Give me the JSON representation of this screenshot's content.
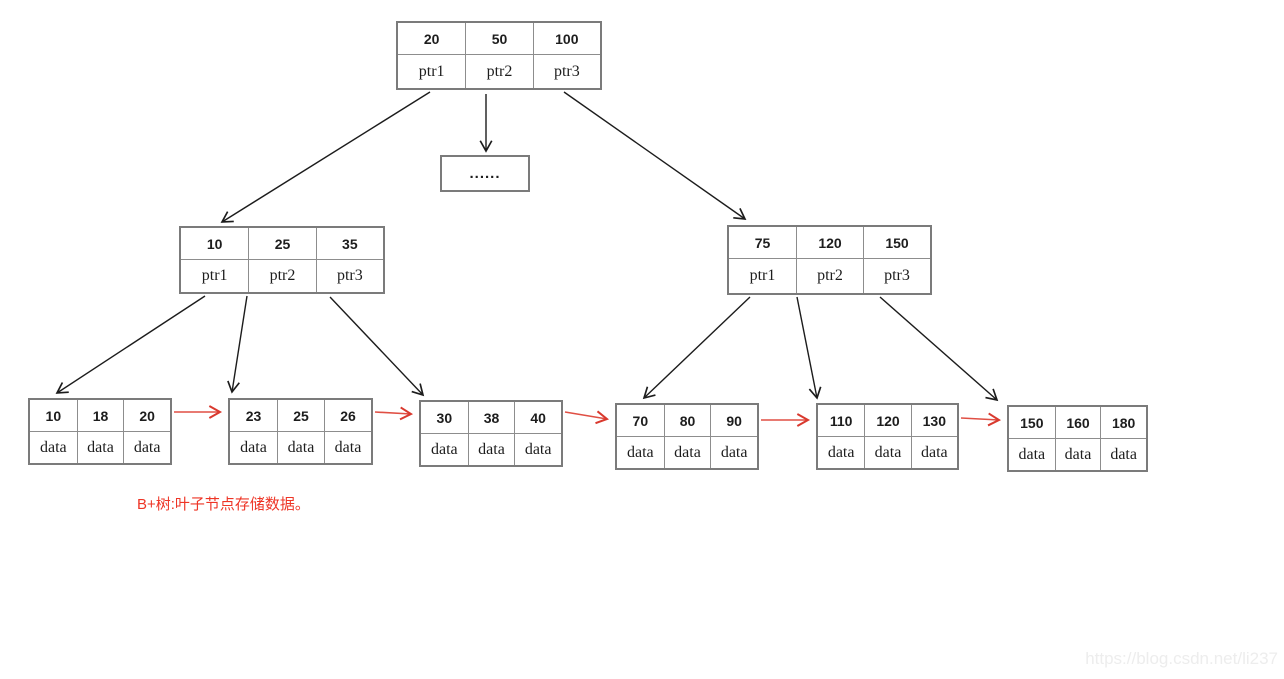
{
  "annotation": {
    "text": "B+树:叶子节点存储数据。",
    "color": "#ee3526"
  },
  "watermark": {
    "text": "https://blog.csdn.net/li237"
  },
  "colors": {
    "edge": "#1c1c1c",
    "leaf_link": "#e04f44",
    "node_border": "#7b7b7b"
  },
  "tree": {
    "root": {
      "keys": [
        "20",
        "50",
        "100"
      ],
      "pointers": [
        "ptr1",
        "ptr2",
        "ptr3"
      ]
    },
    "ellipsis": {
      "label": "......"
    },
    "internals": [
      {
        "keys": [
          "10",
          "25",
          "35"
        ],
        "pointers": [
          "ptr1",
          "ptr2",
          "ptr3"
        ]
      },
      {
        "keys": [
          "75",
          "120",
          "150"
        ],
        "pointers": [
          "ptr1",
          "ptr2",
          "ptr3"
        ]
      }
    ],
    "leaves": [
      {
        "keys": [
          "10",
          "18",
          "20"
        ],
        "values": [
          "data",
          "data",
          "data"
        ]
      },
      {
        "keys": [
          "23",
          "25",
          "26"
        ],
        "values": [
          "data",
          "data",
          "data"
        ]
      },
      {
        "keys": [
          "30",
          "38",
          "40"
        ],
        "values": [
          "data",
          "data",
          "data"
        ]
      },
      {
        "keys": [
          "70",
          "80",
          "90"
        ],
        "values": [
          "data",
          "data",
          "data"
        ]
      },
      {
        "keys": [
          "110",
          "120",
          "130"
        ],
        "values": [
          "data",
          "data",
          "data"
        ]
      },
      {
        "keys": [
          "150",
          "160",
          "180"
        ],
        "values": [
          "data",
          "data",
          "data"
        ]
      }
    ]
  }
}
